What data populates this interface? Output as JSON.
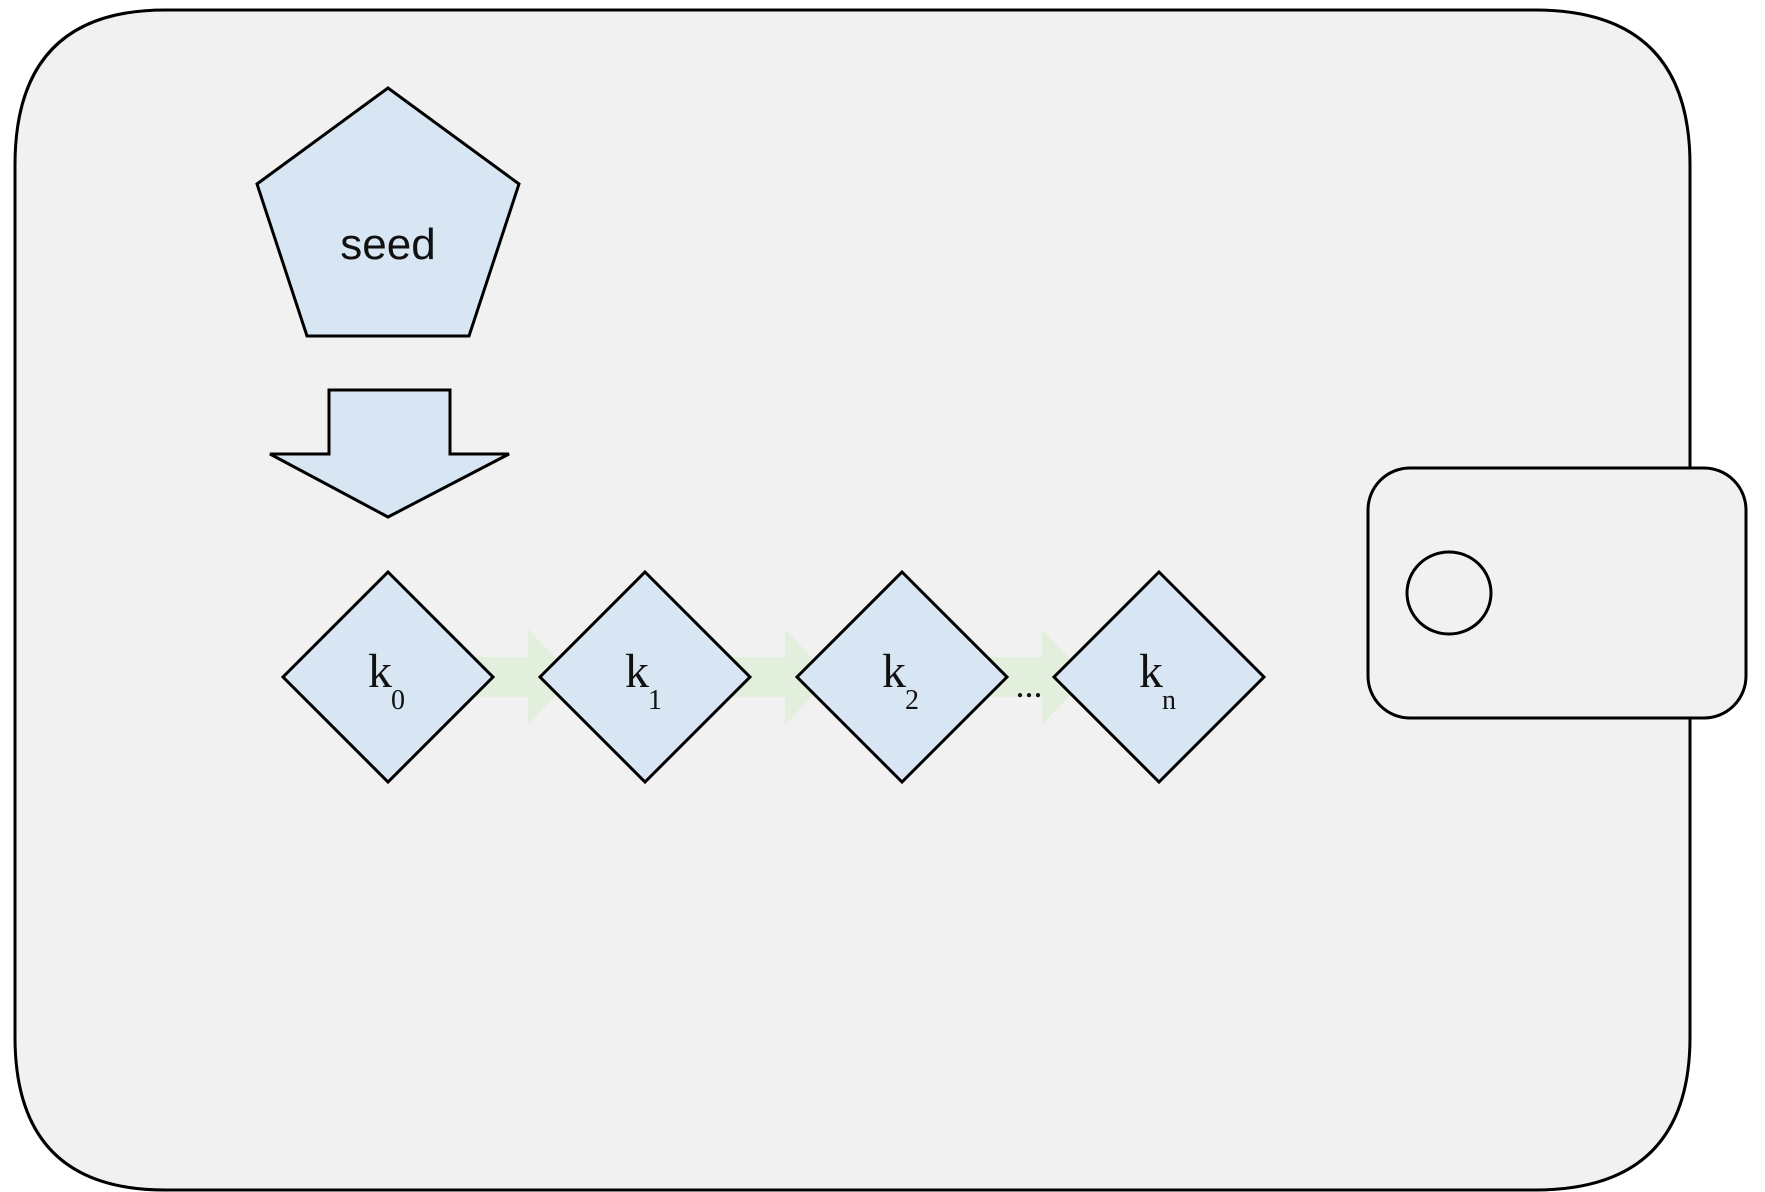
{
  "colors": {
    "wallet_fill": "#f1f1f1",
    "shape_fill": "#d7e6f2",
    "derive_arrow_fill": "#e2efdc",
    "stroke": "#000000"
  },
  "seed": {
    "label": "seed"
  },
  "keys": [
    {
      "base": "k",
      "sub": "0"
    },
    {
      "base": "k",
      "sub": "1"
    },
    {
      "base": "k",
      "sub": "2"
    },
    {
      "base": "k",
      "sub": "n"
    }
  ],
  "ellipsis": "..."
}
